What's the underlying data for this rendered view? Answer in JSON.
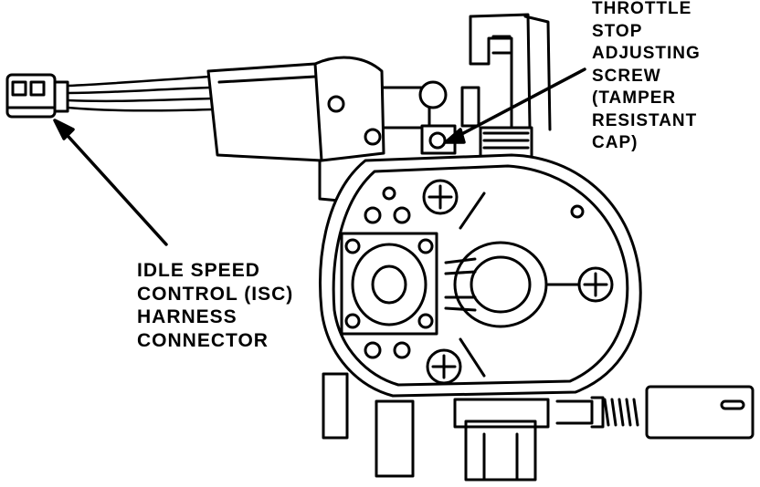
{
  "diagram": {
    "colors": {
      "line": "#000000",
      "background": "#ffffff"
    },
    "labels": {
      "throttle_stop": {
        "lines": [
          "THROTTLE",
          "STOP",
          "ADJUSTING",
          "SCREW",
          "(TAMPER",
          "RESISTANT",
          "CAP)"
        ]
      },
      "isc_connector": {
        "lines": [
          "IDLE SPEED",
          "CONTROL (ISC)",
          "HARNESS",
          "CONNECTOR"
        ]
      }
    }
  }
}
